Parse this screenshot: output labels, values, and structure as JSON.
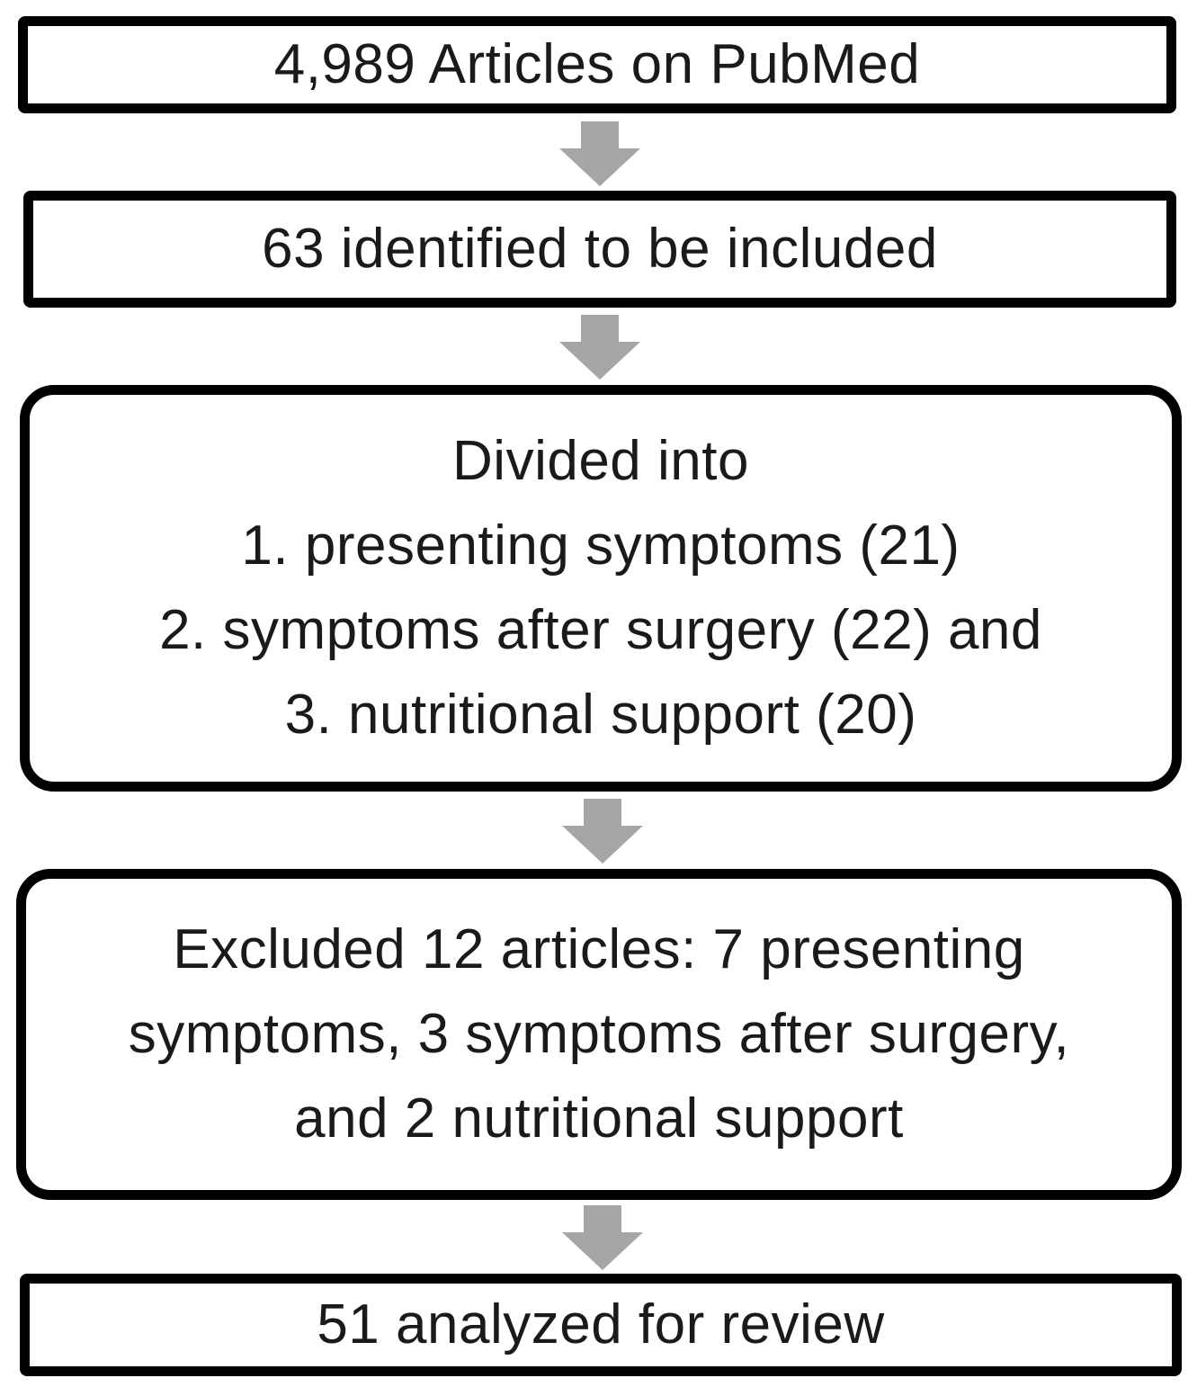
{
  "flowchart": {
    "steps": [
      {
        "lines": [
          "4,989 Articles on PubMed"
        ]
      },
      {
        "lines": [
          "63 identified to be included"
        ]
      },
      {
        "lines": [
          "Divided into",
          "1. presenting symptoms (21)",
          "2. symptoms  after surgery (22) and",
          "3. nutritional support (20)"
        ]
      },
      {
        "lines": [
          "Excluded 12 articles: 7 presenting",
          "symptoms, 3 symptoms after surgery,",
          "and 2 nutritional support"
        ]
      },
      {
        "lines": [
          "51 analyzed for review"
        ]
      }
    ],
    "colors": {
      "border": "#000000",
      "arrow": "#a6a6a6",
      "text": "#1a1a1a"
    }
  }
}
